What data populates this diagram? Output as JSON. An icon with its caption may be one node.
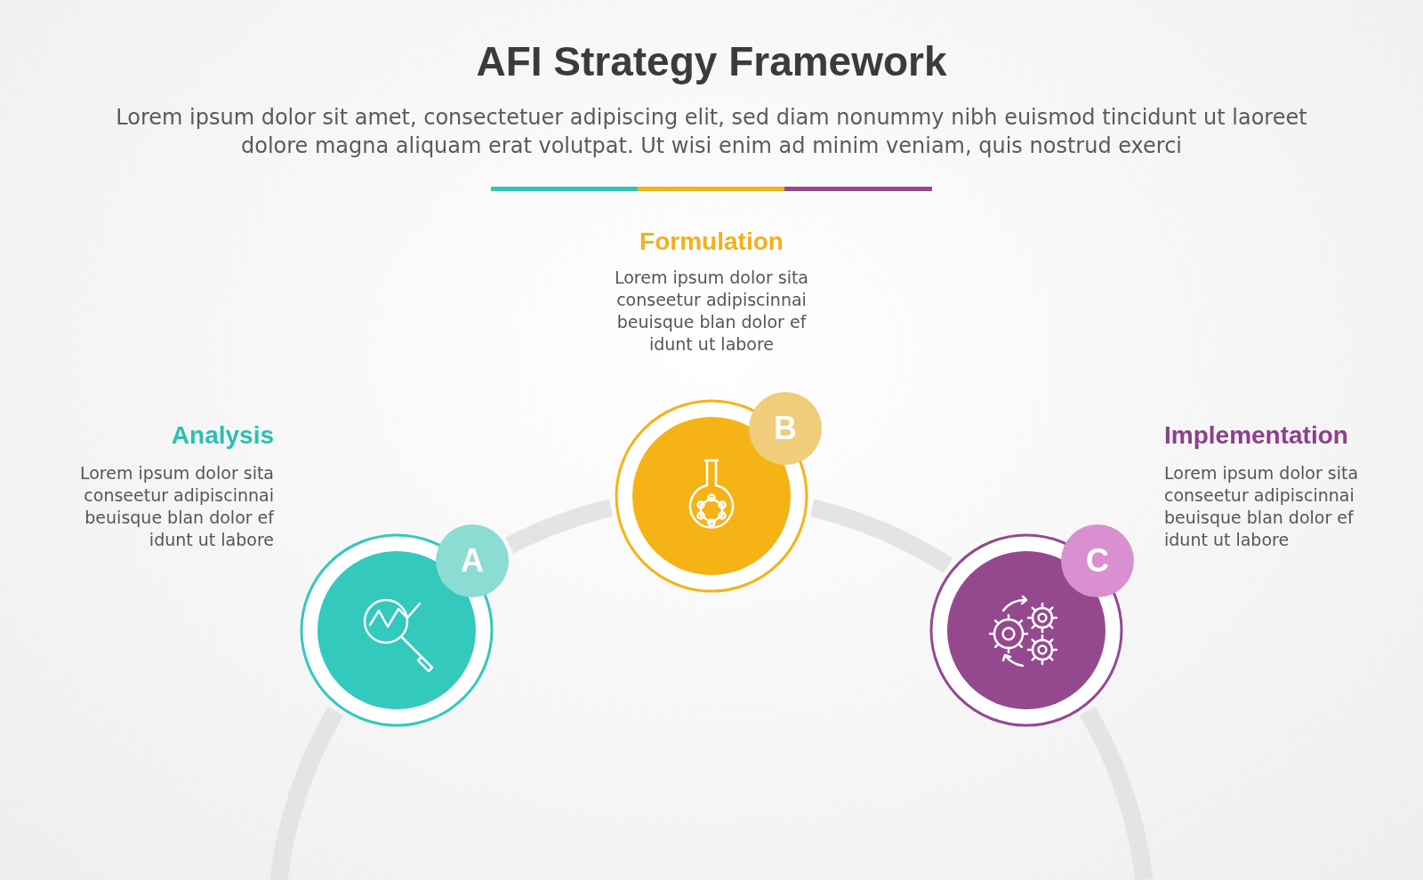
{
  "diagram": {
    "title": "AFI Strategy Framework",
    "nodes": [
      {
        "text": [
          "A"
        ],
        "beside": [
          "Analysis",
          "Lorem ipsum dolor sita conseetur adipiscinnai beuisque blan dolor ef idunt ut labore"
        ]
      },
      {
        "text": [
          "B"
        ],
        "beside": [
          "Formulation",
          "Lorem ipsum dolor sita conseetur adipiscinnai beuisque blan dolor ef idunt ut labore"
        ]
      },
      {
        "text": [
          "C"
        ],
        "beside": [
          "Implementation",
          "Lorem ipsum dolor sita conseetur adipiscinnai beuisque blan dolor ef idunt ut labore"
        ]
      }
    ],
    "edges": [
      {
        "from": null,
        "to": 0,
        "arrow": "none"
      },
      {
        "from": 0,
        "to": 1,
        "arrow": "none"
      },
      {
        "from": 1,
        "to": 2,
        "arrow": "none"
      },
      {
        "from": 2,
        "to": null,
        "arrow": "none"
      }
    ],
    "labels": [
      "Lorem ipsum dolor sit amet, consectetuer adipiscing elit, sed diam nonummy nibh euismod tincidunt ut laoreet dolore magna aliquam erat volutpat. Ut wisi enim ad minim veniam, quis nostrud exerci"
    ]
  }
}
